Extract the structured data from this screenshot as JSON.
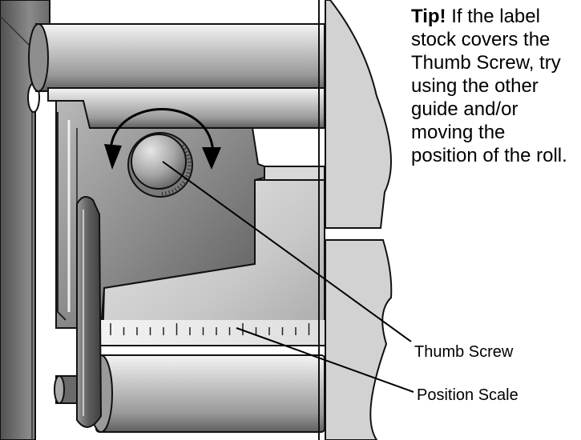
{
  "tip": {
    "label": "Tip!",
    "text": "If the label stock covers the Thumb Screw, try using the other guide and/or moving the position of the roll."
  },
  "callouts": {
    "thumb_screw": "Thumb Screw",
    "position_scale": "Position Scale"
  },
  "icons": {
    "rotate": "rotate-arrow-icon"
  }
}
